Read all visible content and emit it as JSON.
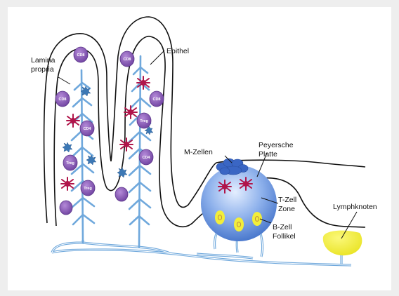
{
  "labels": {
    "lamina_line1": "Lamina",
    "lamina_line2": "propria",
    "epithel": "Epithel",
    "m_zellen": "M-Zellen",
    "peyersche_line1": "Peyersche",
    "peyersche_line2": "Platte",
    "t_zell_line1": "T-Zell",
    "t_zell_line2": "Zone",
    "b_zell_line1": "B-Zell",
    "b_zell_line2": "Follikel",
    "lymphknoten": "Lymphknoten"
  },
  "cell_labels": {
    "cd8": "CD8",
    "cd4": "CD4",
    "treg": "Treg"
  },
  "colors": {
    "epithelium_outline": "#111111",
    "lymph_vessel": "#6fa8dc",
    "t_cell_fill": "#8e5fb8",
    "t_cell_nucleus": "#6a3d9a",
    "dendritic_cell": "#b0154a",
    "macrophage": "#3c78b5",
    "m_cells": "#3a66c4",
    "peyer_patch": "#6f9ae0",
    "b_follicle": "#f2ee3a",
    "lymph_node": "#f2ee3a",
    "background": "#eeeeee",
    "panel": "#ffffff"
  }
}
